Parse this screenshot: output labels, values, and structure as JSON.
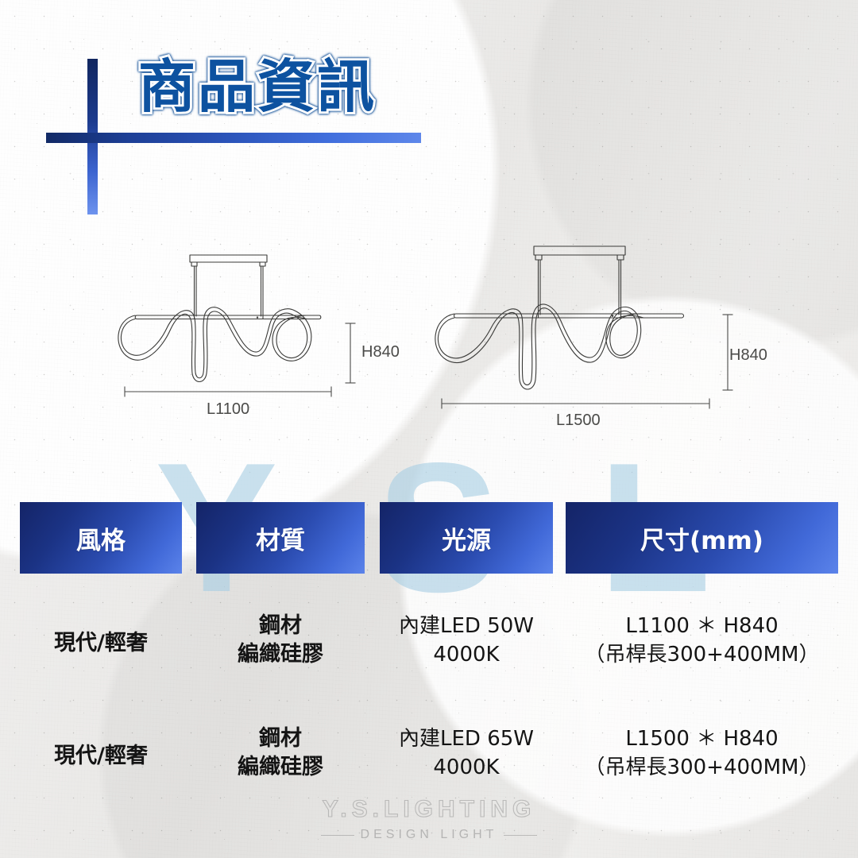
{
  "header": {
    "title": "商品資訊",
    "accent_dark": "#142467",
    "accent_light": "#5b83ea",
    "title_color": "#0d52a0"
  },
  "watermark": {
    "letters": [
      "Y",
      "S",
      "L"
    ],
    "color": "#a9cfe4"
  },
  "diagrams": [
    {
      "name": "pendant-light-1100",
      "length_label": "L1100",
      "height_label": "H840"
    },
    {
      "name": "pendant-light-1500",
      "length_label": "L1500",
      "height_label": "H840"
    }
  ],
  "table": {
    "headers": [
      "風格",
      "材質",
      "光源",
      "尺寸(mm)"
    ],
    "rows": [
      {
        "style": "現代/輕奢",
        "material_line1": "鋼材",
        "material_line2": "編織硅膠",
        "source_line1": "內建LED 50W",
        "source_line2": "4000K",
        "size_line1": "L1100 ＊ H840",
        "size_line2": "（吊桿長300+400MM）"
      },
      {
        "style": "現代/輕奢",
        "material_line1": "鋼材",
        "material_line2": "編織硅膠",
        "source_line1": "內建LED 65W",
        "source_line2": "4000K",
        "size_line1": "L1500 ＊ H840",
        "size_line2": "（吊桿長300+400MM）"
      }
    ]
  },
  "brand": {
    "name": "Y.S.LIGHTING",
    "tagline": "DESIGN LIGHT"
  }
}
